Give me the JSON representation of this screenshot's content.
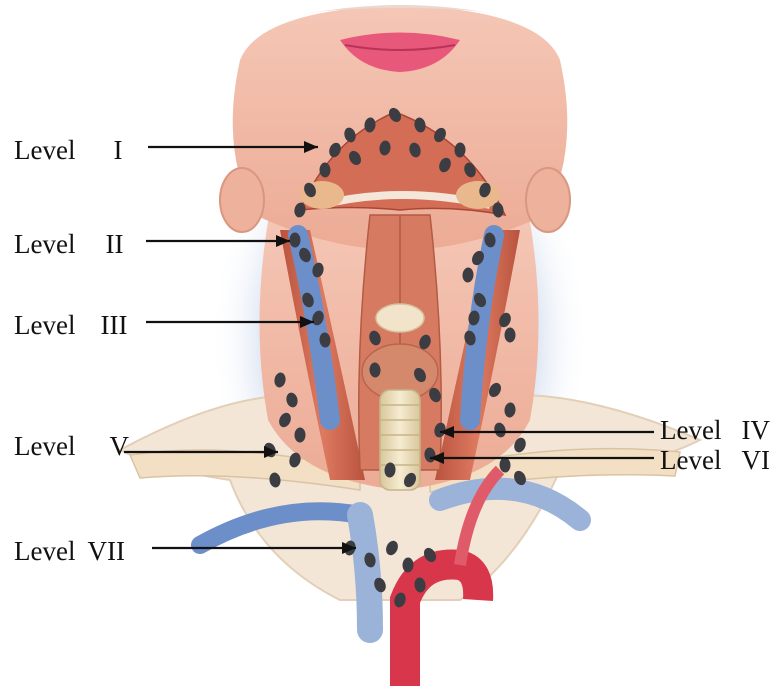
{
  "labels": {
    "level_1": {
      "word": "Level",
      "numeral": "I"
    },
    "level_2": {
      "word": "Level",
      "numeral": "II"
    },
    "level_3": {
      "word": "Level",
      "numeral": "III"
    },
    "level_5": {
      "word": "Level",
      "numeral": "V"
    },
    "level_7": {
      "word": "Level",
      "numeral": "VII"
    },
    "level_4": {
      "word": "Level",
      "numeral": "IV"
    },
    "level_6": {
      "word": "Level",
      "numeral": "VI"
    }
  },
  "colors": {
    "skin": "#f1b7a3",
    "muscle": "#cf6a53",
    "muscle_dark": "#a94734",
    "vein_blue": "#6d8fc9",
    "shadow_blue": "#3f5fa8",
    "bone": "#efe4c6",
    "artery": "#d8364b",
    "node": "#3b3d42",
    "arrow": "#111111"
  },
  "icons": {
    "node": "lymph-node-dot",
    "arrow": "pointer-arrow"
  }
}
